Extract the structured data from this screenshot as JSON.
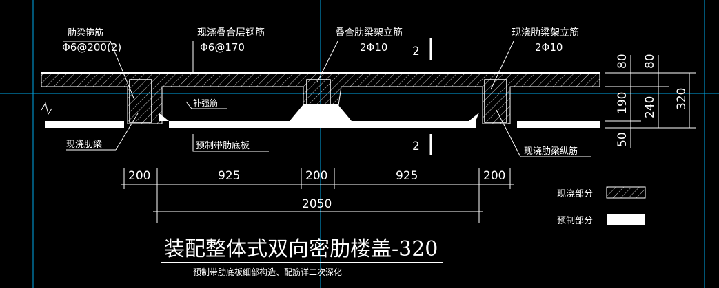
{
  "colors": {
    "background": "#000000",
    "lines": "#ffffff",
    "crosshair": "#00a8e8"
  },
  "callouts": {
    "rib_stirrup": "肋梁箍筋",
    "rib_stirrup_spec": "Φ6@200(2)",
    "cast_layer_rebar": "现浇叠合层钢筋",
    "cast_layer_rebar_spec": "Φ6@170",
    "composite_rib_erect": "叠合肋梁架立筋",
    "composite_rib_erect_spec": "2Φ10",
    "cast_rib_erect": "现浇肋梁架立筋",
    "cast_rib_erect_spec": "2Φ10",
    "reinforcing_bar": "补强筋",
    "cast_rib_beam": "现浇肋梁",
    "precast_panel": "预制带肋底板",
    "cast_rib_long_bar": "现浇肋梁纵筋"
  },
  "section_marks": {
    "top": "2",
    "bottom": "2"
  },
  "dims_right": {
    "a": "80",
    "b": "80",
    "c": "190",
    "d": "240",
    "e": "320",
    "f": "50"
  },
  "dims_bottom": [
    "200",
    "925",
    "200",
    "925",
    "200"
  ],
  "dim_total": "2050",
  "legend": {
    "cast": "现浇部分",
    "precast": "预制部分"
  },
  "title": "装配整体式双向密肋楼盖-320",
  "note": "预制带肋底板细部构造、配筋详二次深化"
}
